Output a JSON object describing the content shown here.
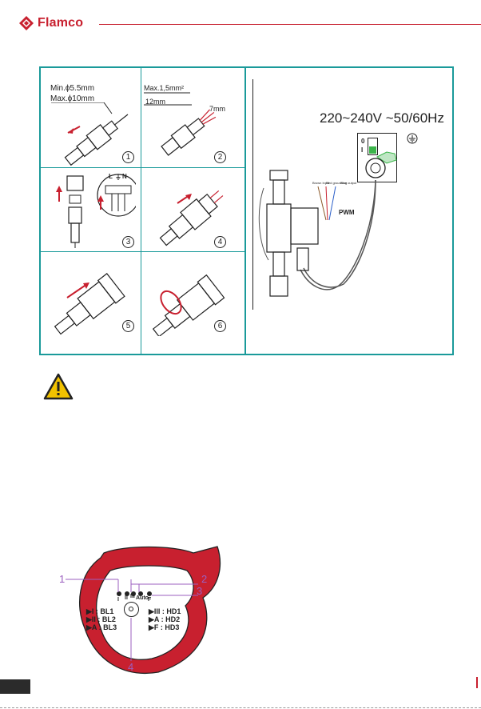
{
  "brand": {
    "name": "Flamco",
    "color": "#c8202f"
  },
  "accent": "#1a9a9a",
  "steps": {
    "step1": {
      "num": "1",
      "label_min": "Min.ϕ5.5mm",
      "label_max": "Max.ϕ10mm"
    },
    "step2": {
      "num": "2",
      "label_area": "Max.1,5mm²",
      "label_strip1": "12mm",
      "label_strip2": "7mm"
    },
    "step3": {
      "num": "3",
      "terminal_labels": [
        "L",
        "⏚",
        "N"
      ]
    },
    "step4": {
      "num": "4"
    },
    "step5": {
      "num": "5"
    },
    "step6": {
      "num": "6"
    }
  },
  "wiring": {
    "voltage": "220~240V ~50/60Hz",
    "switch_on": "I",
    "switch_off": "0",
    "pwm": "PWM",
    "wire_labels": [
      "Brown Input",
      "Red grounding",
      "Blue output"
    ]
  },
  "warning": {
    "icon": "warning-triangle-icon",
    "color": "#f2c200"
  },
  "control_panel": {
    "modes_top": [
      "I",
      "II",
      "III",
      "Auto",
      "F"
    ],
    "left_settings": [
      "▶I : BL1",
      "▶II : BL2",
      "▶A : BL3"
    ],
    "right_settings": [
      "▶III : HD1",
      "▶A : HD2",
      "▶F : HD3"
    ],
    "callouts": [
      "1",
      "2",
      "3",
      "4"
    ],
    "outline_color": "#c8202f"
  }
}
